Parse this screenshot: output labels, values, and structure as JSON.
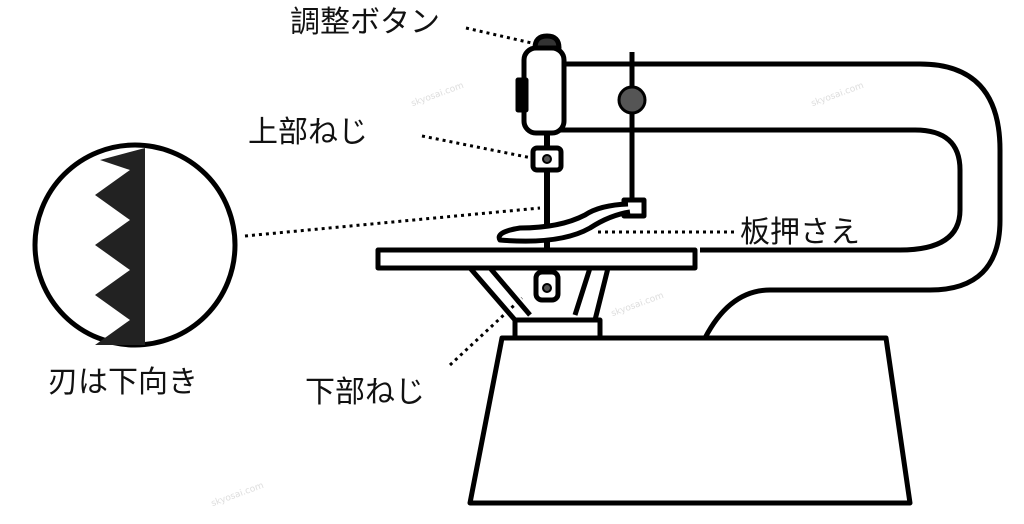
{
  "labels": {
    "adjust_button": "調整ボタン",
    "upper_screw": "上部ねじ",
    "hold_down": "板押さえ",
    "lower_screw": "下部ねじ",
    "blade_down": "刃は下向き"
  },
  "watermark": "skyosai.com"
}
